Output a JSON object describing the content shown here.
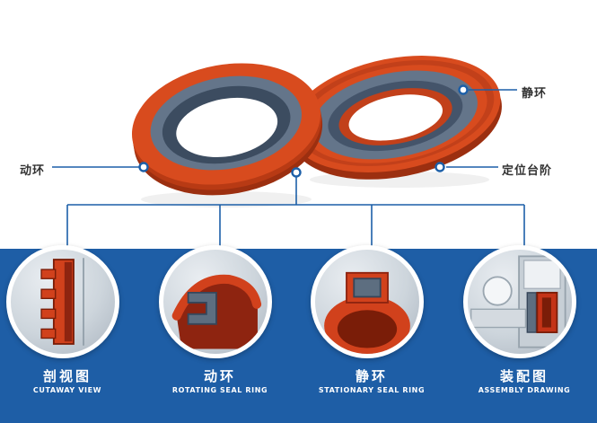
{
  "callouts": {
    "rotating": {
      "label": "动环"
    },
    "stationary": {
      "label": "静环"
    },
    "positioning_step": {
      "label": "定位台阶"
    }
  },
  "detail_views": [
    {
      "title_zh": "剖视图",
      "title_en": "CUTAWAY VIEW"
    },
    {
      "title_zh": "动环",
      "title_en": "ROTATING SEAL RING"
    },
    {
      "title_zh": "静环",
      "title_en": "STATIONARY SEAL RING"
    },
    {
      "title_zh": "装配图",
      "title_en": "ASSEMBLY DRAWING"
    }
  ],
  "colors": {
    "panel_blue": "#1e5ea6",
    "line_blue": "#1c5fa8",
    "seal_orange": "#d84b1e",
    "seal_dark_orange": "#9c2f10",
    "seal_slate": "#64758a",
    "callout_text": "#333333",
    "detail_text": "#ffffff"
  }
}
